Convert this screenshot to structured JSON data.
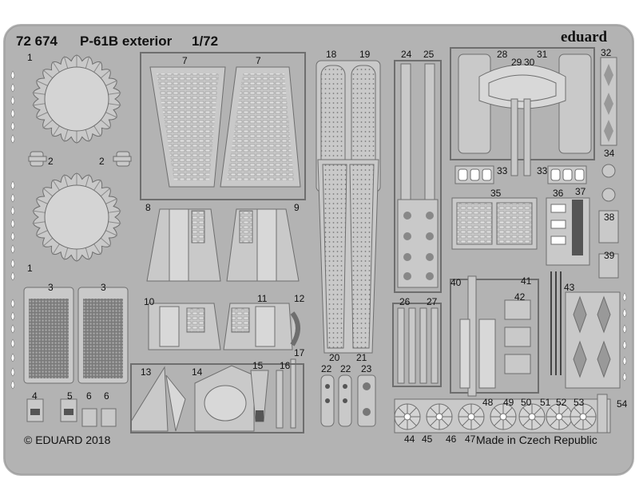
{
  "header": {
    "code": "72 674",
    "title": "P-61B exterior",
    "scale": "1/72",
    "brand": "eduard"
  },
  "footer": {
    "copyright": "© EDUARD 2018",
    "origin": "Made in Czech Republic"
  },
  "part_labels": [
    "1",
    "1",
    "2",
    "2",
    "3",
    "3",
    "4",
    "5",
    "6",
    "6",
    "7",
    "7",
    "8",
    "9",
    "10",
    "11",
    "12",
    "13",
    "14",
    "15",
    "16",
    "17",
    "18",
    "19",
    "20",
    "21",
    "22",
    "22",
    "23",
    "24",
    "25",
    "26",
    "27",
    "28",
    "29",
    "30",
    "31",
    "32",
    "33",
    "33",
    "34",
    "35",
    "36",
    "37",
    "38",
    "39",
    "40",
    "41",
    "42",
    "43",
    "44",
    "45",
    "46",
    "47",
    "48",
    "49",
    "50",
    "51",
    "52",
    "53",
    "54"
  ],
  "colors": {
    "fret": "#b3b3b3",
    "part": "#c9c9c9",
    "line": "#6e6e6e",
    "dark": "#555555",
    "hole": "#ffffff"
  }
}
